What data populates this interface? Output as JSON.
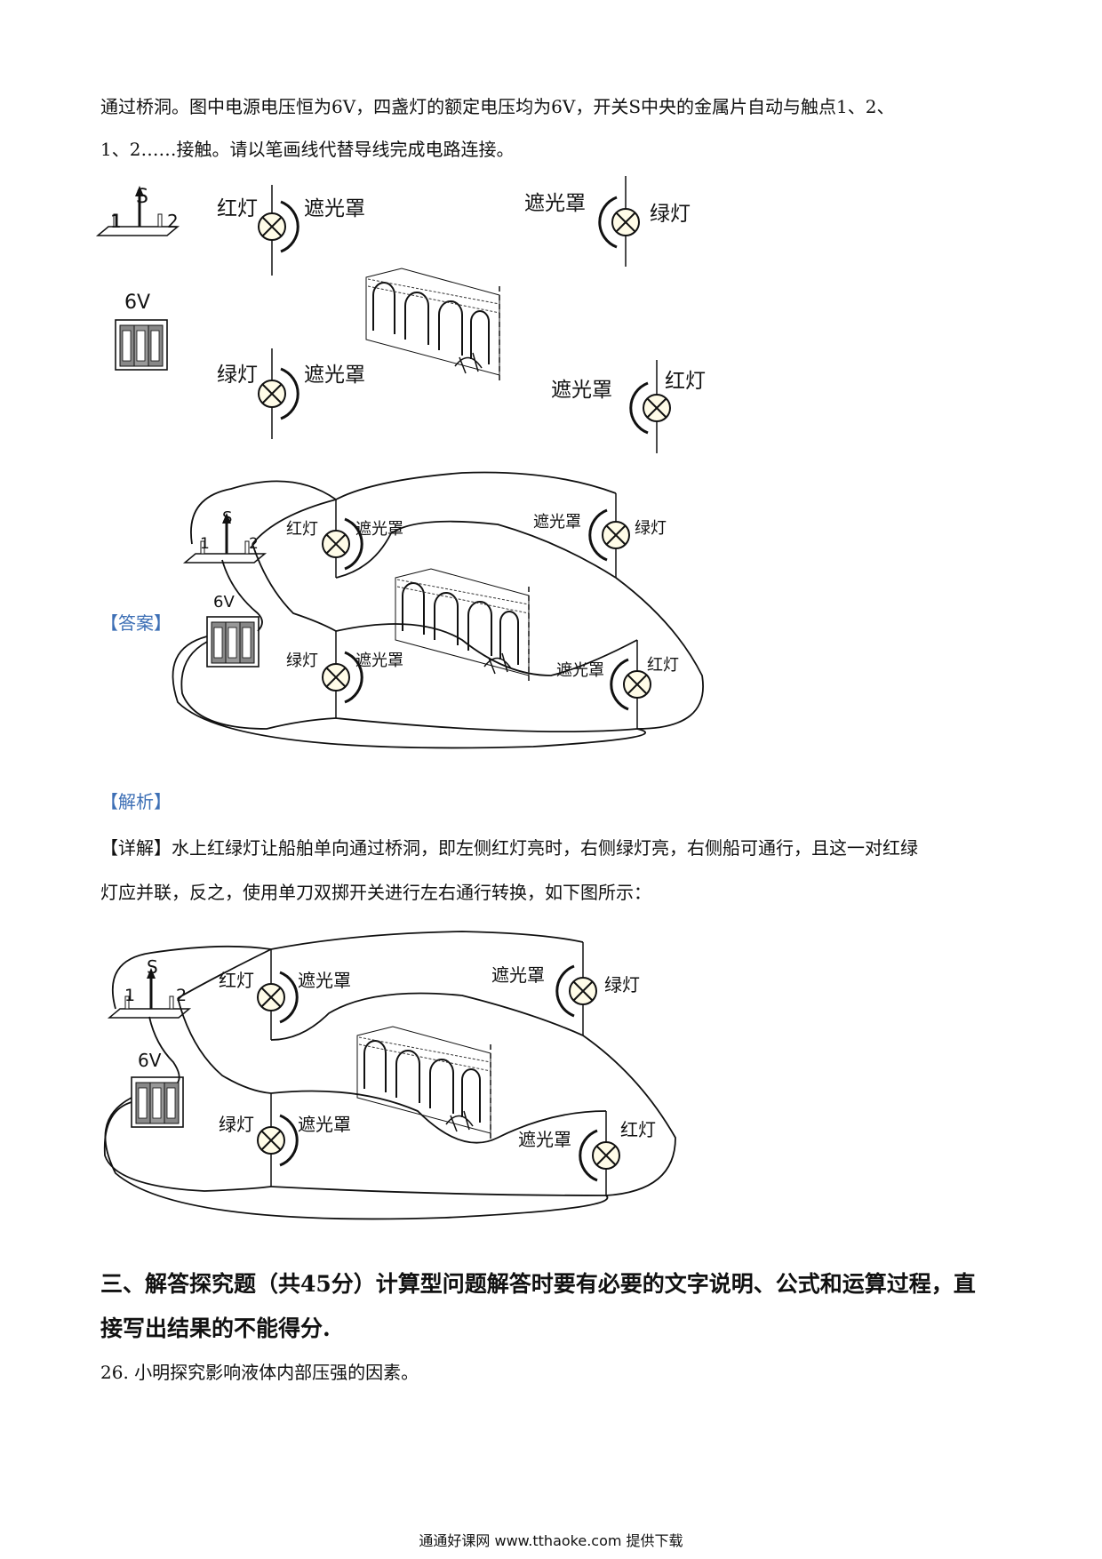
{
  "intro": {
    "line1": "通过桥洞。图中电源电压恒为6V，四盏灯的额定电压均为6V，开关S中央的金属片自动与触点1、2、",
    "line2": "1、2……接触。请以笔画线代替导线完成电路连接。"
  },
  "figure_labels": {
    "switch": "S",
    "contact1": "1",
    "contact2": "2",
    "battery": "6V",
    "red_lamp": "红灯",
    "green_lamp": "绿灯",
    "shade": "遮光罩"
  },
  "answer_label": "【答案】",
  "analysis_label": "【解析】",
  "detail": {
    "line1": "【详解】水上红绿灯让船舶单向通过桥洞，即左侧红灯亮时，右侧绿灯亮，右侧船可通行，且这一对红绿",
    "line2": "灯应并联，反之，使用单刀双掷开关进行左右通行转换，如下图所示："
  },
  "section3": {
    "line1": "三、解答探究题（共45分）计算型问题解答时要有必要的文字说明、公式和运算过程，直",
    "line2": "接写出结果的不能得分."
  },
  "question26": "26. 小明探究影响液体内部压强的因素。",
  "footer": "通通好课网 www.tthaoke.com 提供下载"
}
